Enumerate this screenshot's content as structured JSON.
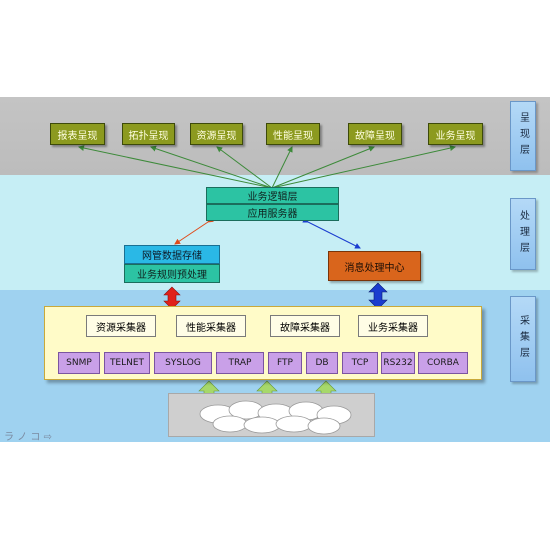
{
  "layers": {
    "presentation": "呈现层",
    "processing": "处理层",
    "collection": "采集层"
  },
  "presentation_items": [
    "报表呈现",
    "拓扑呈现",
    "资源呈现",
    "性能呈现",
    "故障呈现",
    "业务呈现"
  ],
  "business_logic": {
    "title": "业务逻辑层",
    "subtitle": "应用服务器"
  },
  "storage": {
    "title": "网管数据存储",
    "subtitle": "业务规则预处理"
  },
  "message_center": "消息处理中心",
  "collectors": [
    "资源采集器",
    "性能采集器",
    "故障采集器",
    "业务采集器"
  ],
  "protocols": [
    "SNMP",
    "TELNET",
    "SYSLOG",
    "TRAP",
    "FTP",
    "DB",
    "TCP",
    "RS232",
    "CORBA"
  ],
  "footer_glyphs": "ラ ノ コ ⇨",
  "colors": {
    "presentation_box": "#8c9a1f",
    "logic_box": "#2cc3a3",
    "storage_box": "#2ab8e6",
    "message_box": "#d9651c",
    "collector_panel": "#fffbc8",
    "protocol_box": "#c9a0e8",
    "arrow_red": "#e0201a",
    "arrow_blue": "#1a3ccf",
    "arrow_green": "#a6d86a"
  }
}
